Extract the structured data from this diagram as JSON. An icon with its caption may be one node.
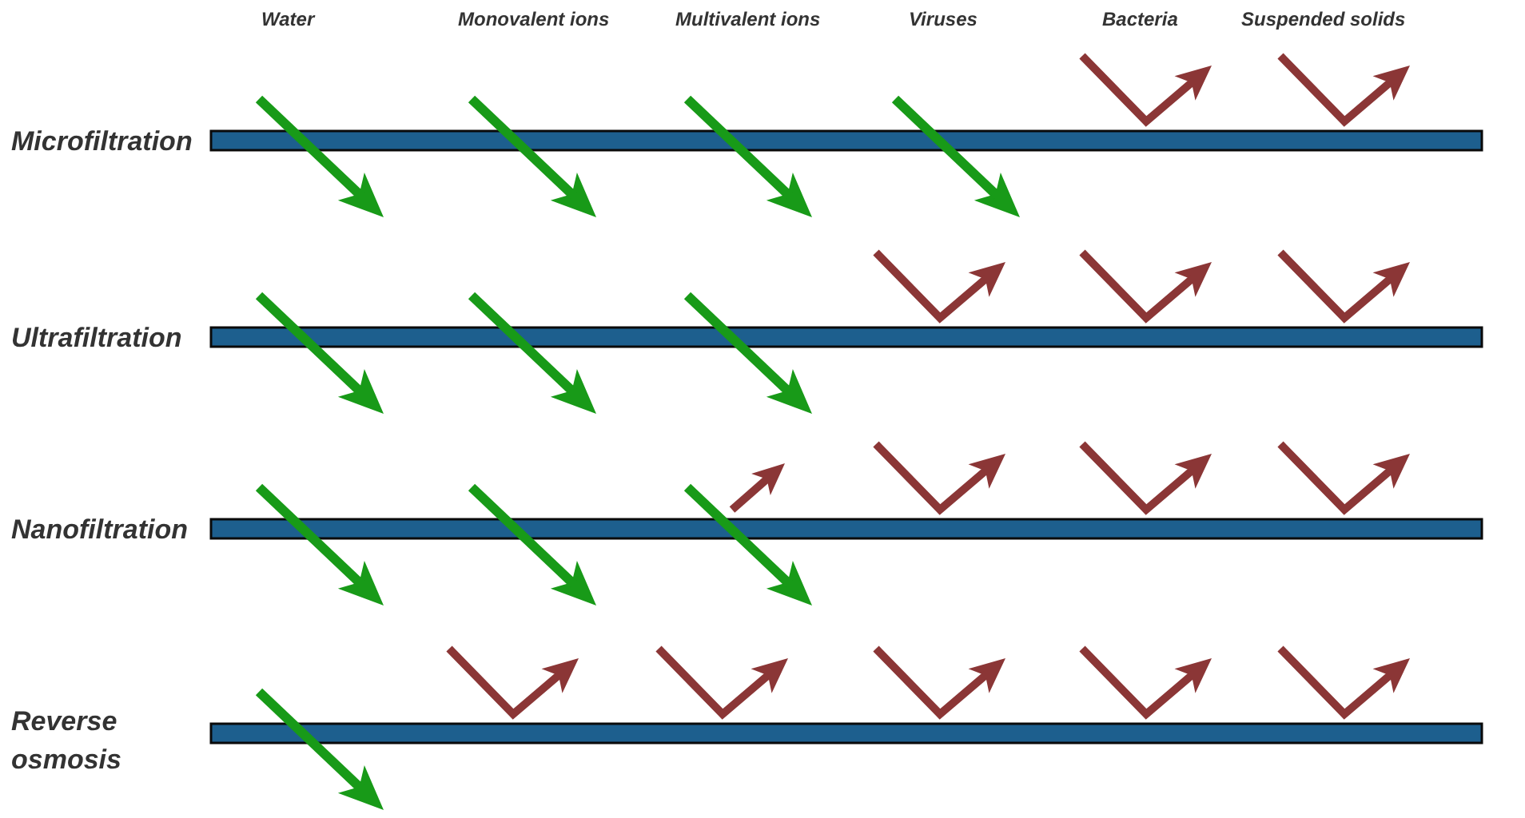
{
  "diagram": {
    "nodes": [
      {
        "text": [],
        "shape": "bar",
        "beside": [
          "Microfiltration"
        ]
      },
      {
        "text": [],
        "shape": "bar",
        "beside": [
          "Ultrafiltration"
        ]
      },
      {
        "text": [],
        "shape": "bar",
        "beside": [
          "Nanofiltration"
        ]
      },
      {
        "text": [],
        "shape": "bar",
        "beside": [
          "Reverse osmosis"
        ]
      }
    ],
    "labels": [
      "Water",
      "Monovalent ions",
      "Multivalent ions",
      "Viruses",
      "Bacteria",
      "Suspended solids"
    ]
  }
}
